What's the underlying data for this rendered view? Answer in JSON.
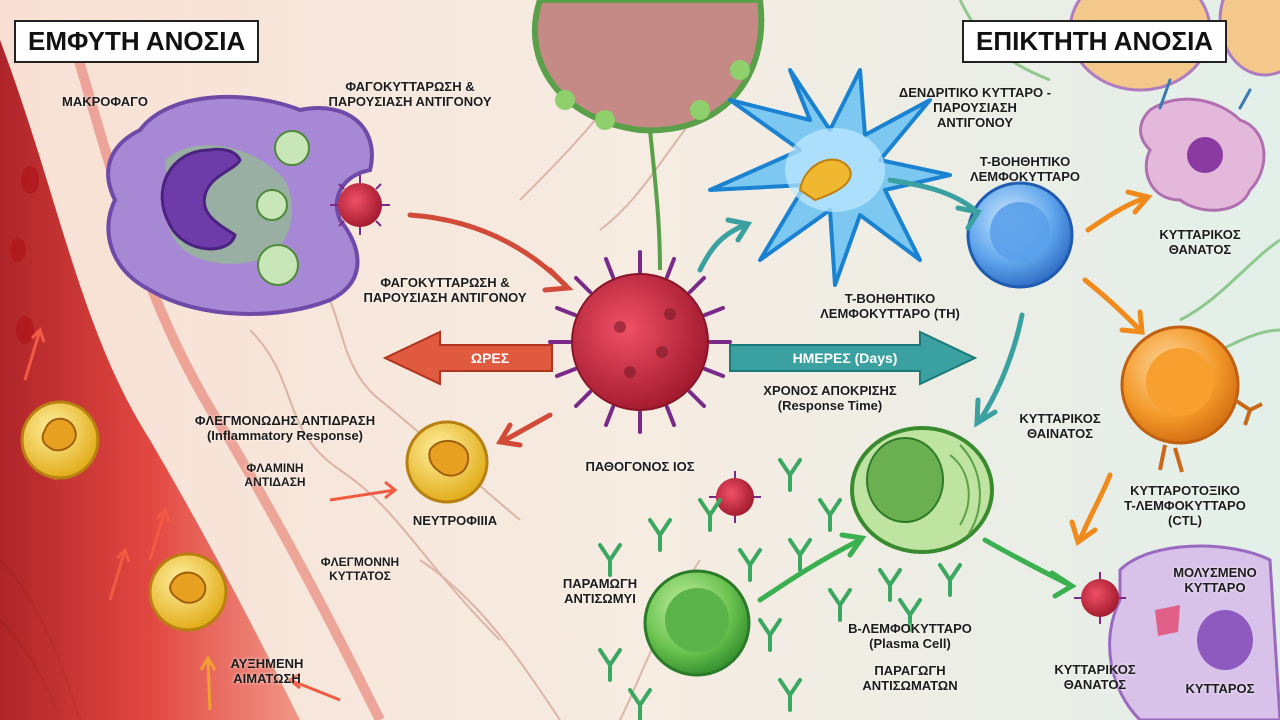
{
  "titles": {
    "innate": "ΕΜΦΥΤΗ ΑΝΟΣΙΑ",
    "adaptive": "ΕΠΙΚΤΗΤΗ ΑΝΟΣΙΑ"
  },
  "innate": {
    "macrophage": "ΜΑΚΡΟΦΑΓΟ",
    "phago_top": "ΦΑΓΟΚΥΤΤΑΡΩΣΗ &\nΠΑΡΟΥΣΙΑΣΗ ΑΝΤΙΓΟΝΟΥ",
    "phago_bottom": "ΦΑΓΟΚΥΤΤΑΡΩΣΗ &\nΠΑΡΟΥΣΙΑΣΗ ΑΝΤΙΓΟΝΟΥ",
    "hours": "ΩΡΕΣ",
    "inflammatory": "ΦΛΕΓΜΟΝΩΔΗΣ ΑΝΤΙΔΡΑΣΗ\n(Inflammatory Response)",
    "flame_reaction": "ΦΛΑΜΙΝΗ\nΑΝΤΙΔΑΣΗ",
    "neutrophils": "ΝΕΥΤΡΟΦΙΙΙΑ",
    "inflamed_cell": "ΦΛΕΓΜΟΝΝΗ\nΚΥΤΤΑΤΟΣ",
    "blood_flow": "ΑΥΞΗΜΕΝΗ\nΑΙΜΑΤΩΣΗ"
  },
  "center": {
    "virus": "ΠΑΘΟΓΟΝΟΣ ΙΟΣ",
    "days": "ΗΜΕΡΕΣ (Days)",
    "response_time": "ΧΡΟΝΟΣ ΑΠΟΚΡΙΣΗΣ\n(Response Time)"
  },
  "adaptive": {
    "dendritic": "ΔΕΝΔΡΙΤΙΚΟ ΚΥΤΤΑΡΟ -\nΠΑΡΟΥΣΙΑΣΗ\nΑΝΤΙΓΟΝΟΥ",
    "th_cell": "Τ-ΒΟΗΘΗΤΙΚΟ\nΛΕΜΦΟΚΥΤΤΑΡΟ",
    "th_cell_2": "Τ-ΒΟΗΘΗΤΙΚΟ\nΛΕΜΦΟΚΥΤΤΑΡΟ (TH)",
    "cell_death_top": "ΚΥΤΤΑΡΙΚΟΣ\nΘΑΝΑΤΟΣ",
    "cell_death_mid": "ΚΥΤΤΑΡΙΚΟΣ\nΘΑΙΝΑΤΟΣ",
    "ctl": "ΚΥΤΤΑΡΟΤΟΞΙΚΟ\nΤ-ΛΕΜΦΟΚΥΤΤΑΡΟ\n(CTL)",
    "infected_cell": "ΜΟΛΥΣΜΕΝΟ\nΚΥΤΤΑΡΟ",
    "cell": "ΚΥΤΤΑΡΟΣ",
    "cell_death_bottom": "ΚΥΤΤΑΡΙΚΟΣ\nΘΑΝΑΤΟΣ",
    "antibody_production_left": "ΠΑΡΑΜΩΓΗ\nΑΝΤΙΣΩΜΥΙ",
    "b_cell": "Β-ΛΕΜΦΟΚΥΤΤΑΡΟ\n(Plasma Cell)",
    "antibody_production": "ΠΑΡΑΓΩΓΗ\nΑΝΤΙΣΩΜΑΤΩΝ"
  },
  "colors": {
    "innate_bg": "#f7e2d6",
    "adaptive_bg": "#e3f0ea",
    "vessel": "#d8282c",
    "virus": "#c8283c",
    "macrophage": "#a07ad0",
    "dendritic": "#3aa8e8",
    "th_cell": "#3b82e0",
    "ctl": "#f08a1c",
    "b_cell": "#58b848",
    "neutrophil": "#f0c020",
    "antibody": "#3aa860"
  }
}
